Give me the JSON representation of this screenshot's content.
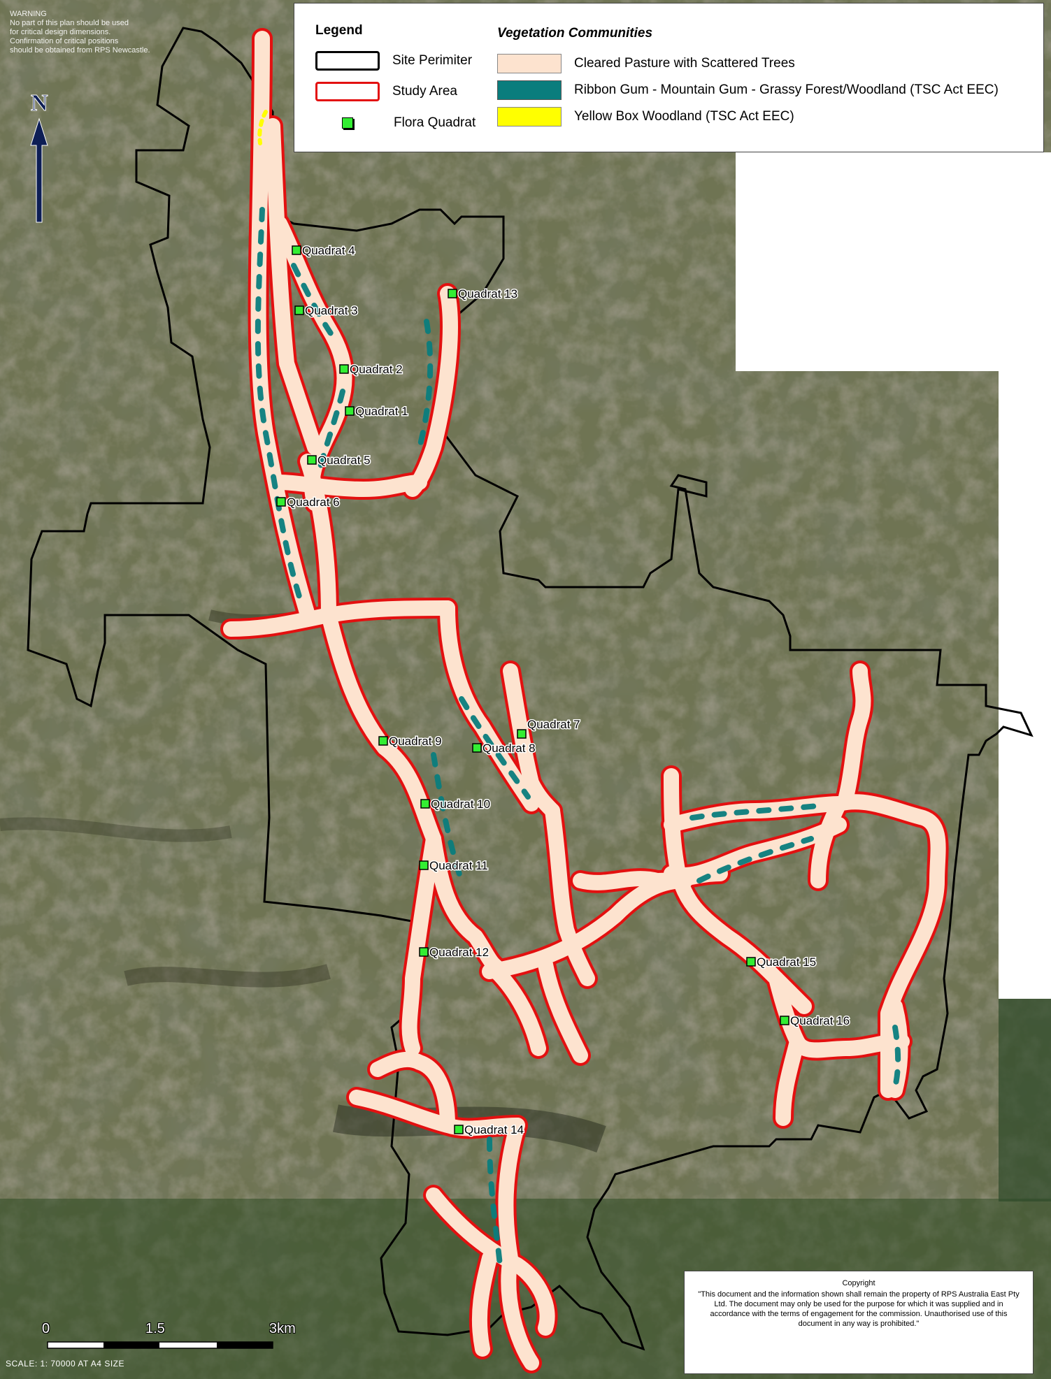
{
  "warning": {
    "lines": [
      "WARNING",
      "No part of this plan should be used",
      "for critical design dimensions.",
      "Confirmation of critical positions",
      "should be obtained from RPS Newcastle."
    ]
  },
  "north_arrow": {
    "label": "N"
  },
  "legend": {
    "title": "Legend",
    "items": [
      {
        "symbol": "site-perimeter",
        "label": "Site Perimiter",
        "color": "#000000"
      },
      {
        "symbol": "study-area",
        "label": "Study Area",
        "color": "#e31010"
      },
      {
        "symbol": "flora-quadrat",
        "label": "Flora Quadrat",
        "color": "#33ee33"
      }
    ],
    "vegetation_title": "Vegetation Communities",
    "vegetation": [
      {
        "label": "Cleared Pasture with Scattered Trees",
        "color": "#fde3cf"
      },
      {
        "label": "Ribbon Gum - Mountain Gum - Grassy Forest/Woodland (TSC Act EEC)",
        "color": "#0a7d7d"
      },
      {
        "label": "Yellow Box Woodland (TSC Act EEC)",
        "color": "#ffff00"
      }
    ]
  },
  "quadrats": [
    {
      "label": "Quadrat 1"
    },
    {
      "label": "Quadrat 2"
    },
    {
      "label": "Quadrat 3"
    },
    {
      "label": "Quadrat 4"
    },
    {
      "label": "Quadrat 5"
    },
    {
      "label": "Quadrat 6"
    },
    {
      "label": "Quadrat 7"
    },
    {
      "label": "Quadrat 8"
    },
    {
      "label": "Quadrat 9"
    },
    {
      "label": "Quadrat 10"
    },
    {
      "label": "Quadrat 11"
    },
    {
      "label": "Quadrat 12"
    },
    {
      "label": "Quadrat 13"
    },
    {
      "label": "Quadrat 14"
    },
    {
      "label": "Quadrat 15"
    },
    {
      "label": "Quadrat 16"
    }
  ],
  "scale_bar": {
    "ticks": [
      "0",
      "1.5",
      "3km"
    ],
    "label": "SCALE:  1: 70000 AT A4 SIZE"
  },
  "copyright": {
    "title": "Copyright",
    "text": "\"This document and the information shown shall remain the property of RPS Australia East Pty Ltd. The document may only be used for the purpose for which it was supplied and in accordance with the terms of engagement for the commission. Unauthorised use of this document in any way is prohibited.\""
  },
  "colors": {
    "cleared_pasture": "#fde3cf",
    "ribbon_gum": "#0a7d7d",
    "yellow_box": "#ffff00",
    "study_area": "#e31010",
    "site_perimeter": "#000000",
    "quadrat": "#33ee33"
  }
}
